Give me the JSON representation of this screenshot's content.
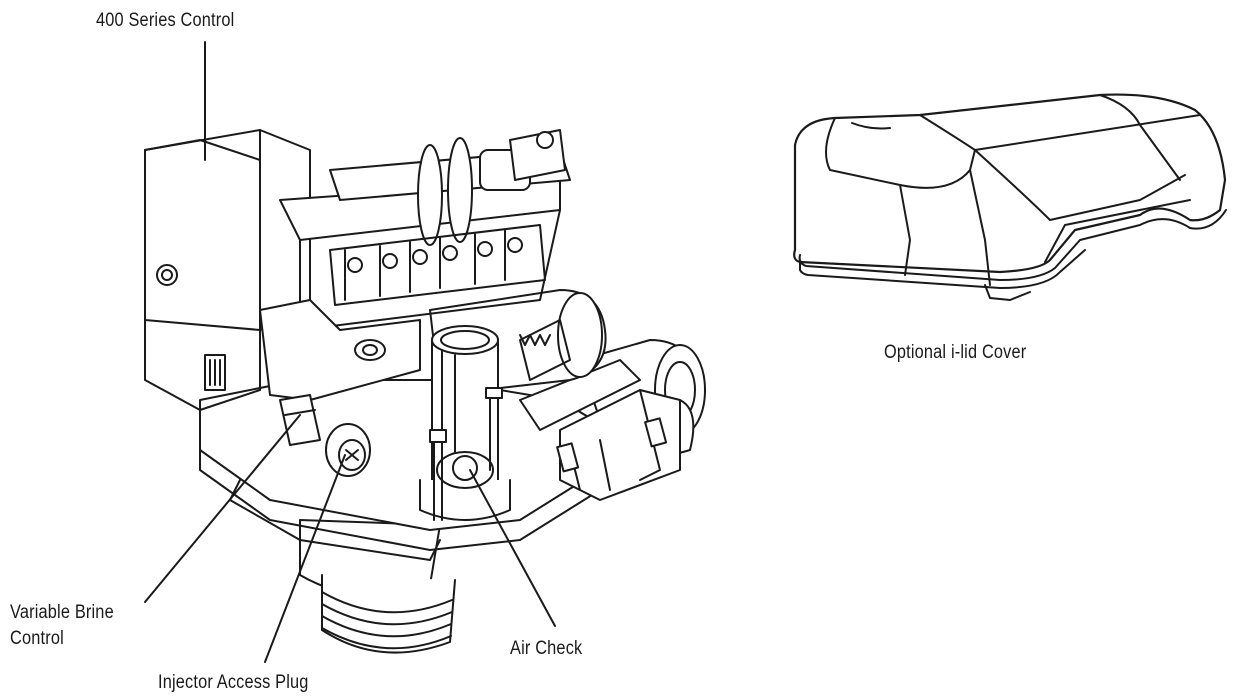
{
  "labels": {
    "series_control": "400 Series Control",
    "variable_brine_line1": "Variable Brine",
    "variable_brine_line2": "Control",
    "injector_access_plug": "Injector Access Plug",
    "air_check": "Air Check",
    "ilid_cover": "Optional i-lid Cover"
  },
  "colors": {
    "line": "#1a1a1a",
    "fill": "#ffffff"
  }
}
